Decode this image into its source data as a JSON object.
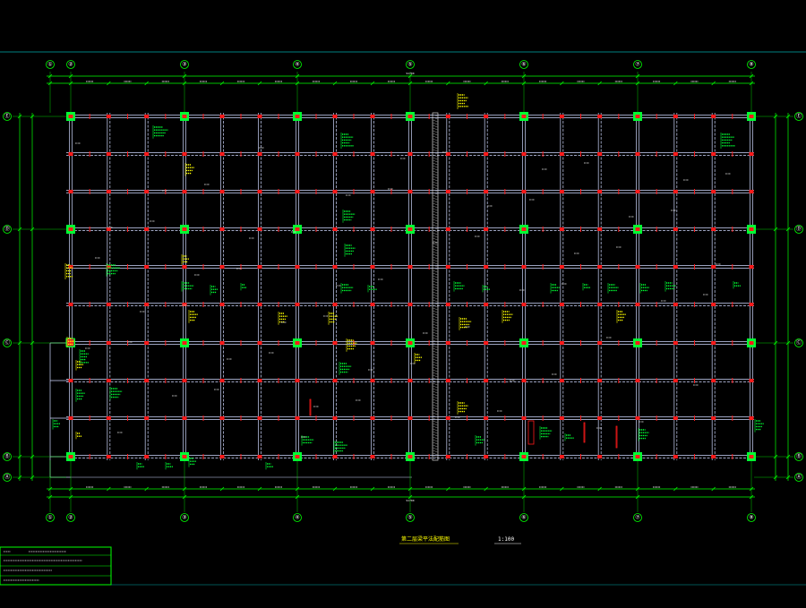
{
  "drawing": {
    "title": "第二层梁平法配筋图",
    "scale": "1:100",
    "total_dimension": "91700"
  },
  "axes": {
    "columns": [
      "①",
      "②",
      "③",
      "④",
      "⑤",
      "⑥",
      "⑦",
      "⑧"
    ],
    "rows": [
      "Ⓔ",
      "Ⓓ",
      "Ⓒ",
      "Ⓑ",
      "Ⓐ"
    ]
  },
  "title_block": {
    "lines": [
      "",
      "",
      "",
      ""
    ]
  },
  "colors": {
    "background": "#000000",
    "grid": "#ffffff",
    "beam": "#cfd8ff",
    "column": "#00ff33",
    "rebar_mark": "#ff1a1a",
    "axis_line": "#00ff00",
    "annotation": "#ffff00",
    "border": "#00ffff"
  }
}
